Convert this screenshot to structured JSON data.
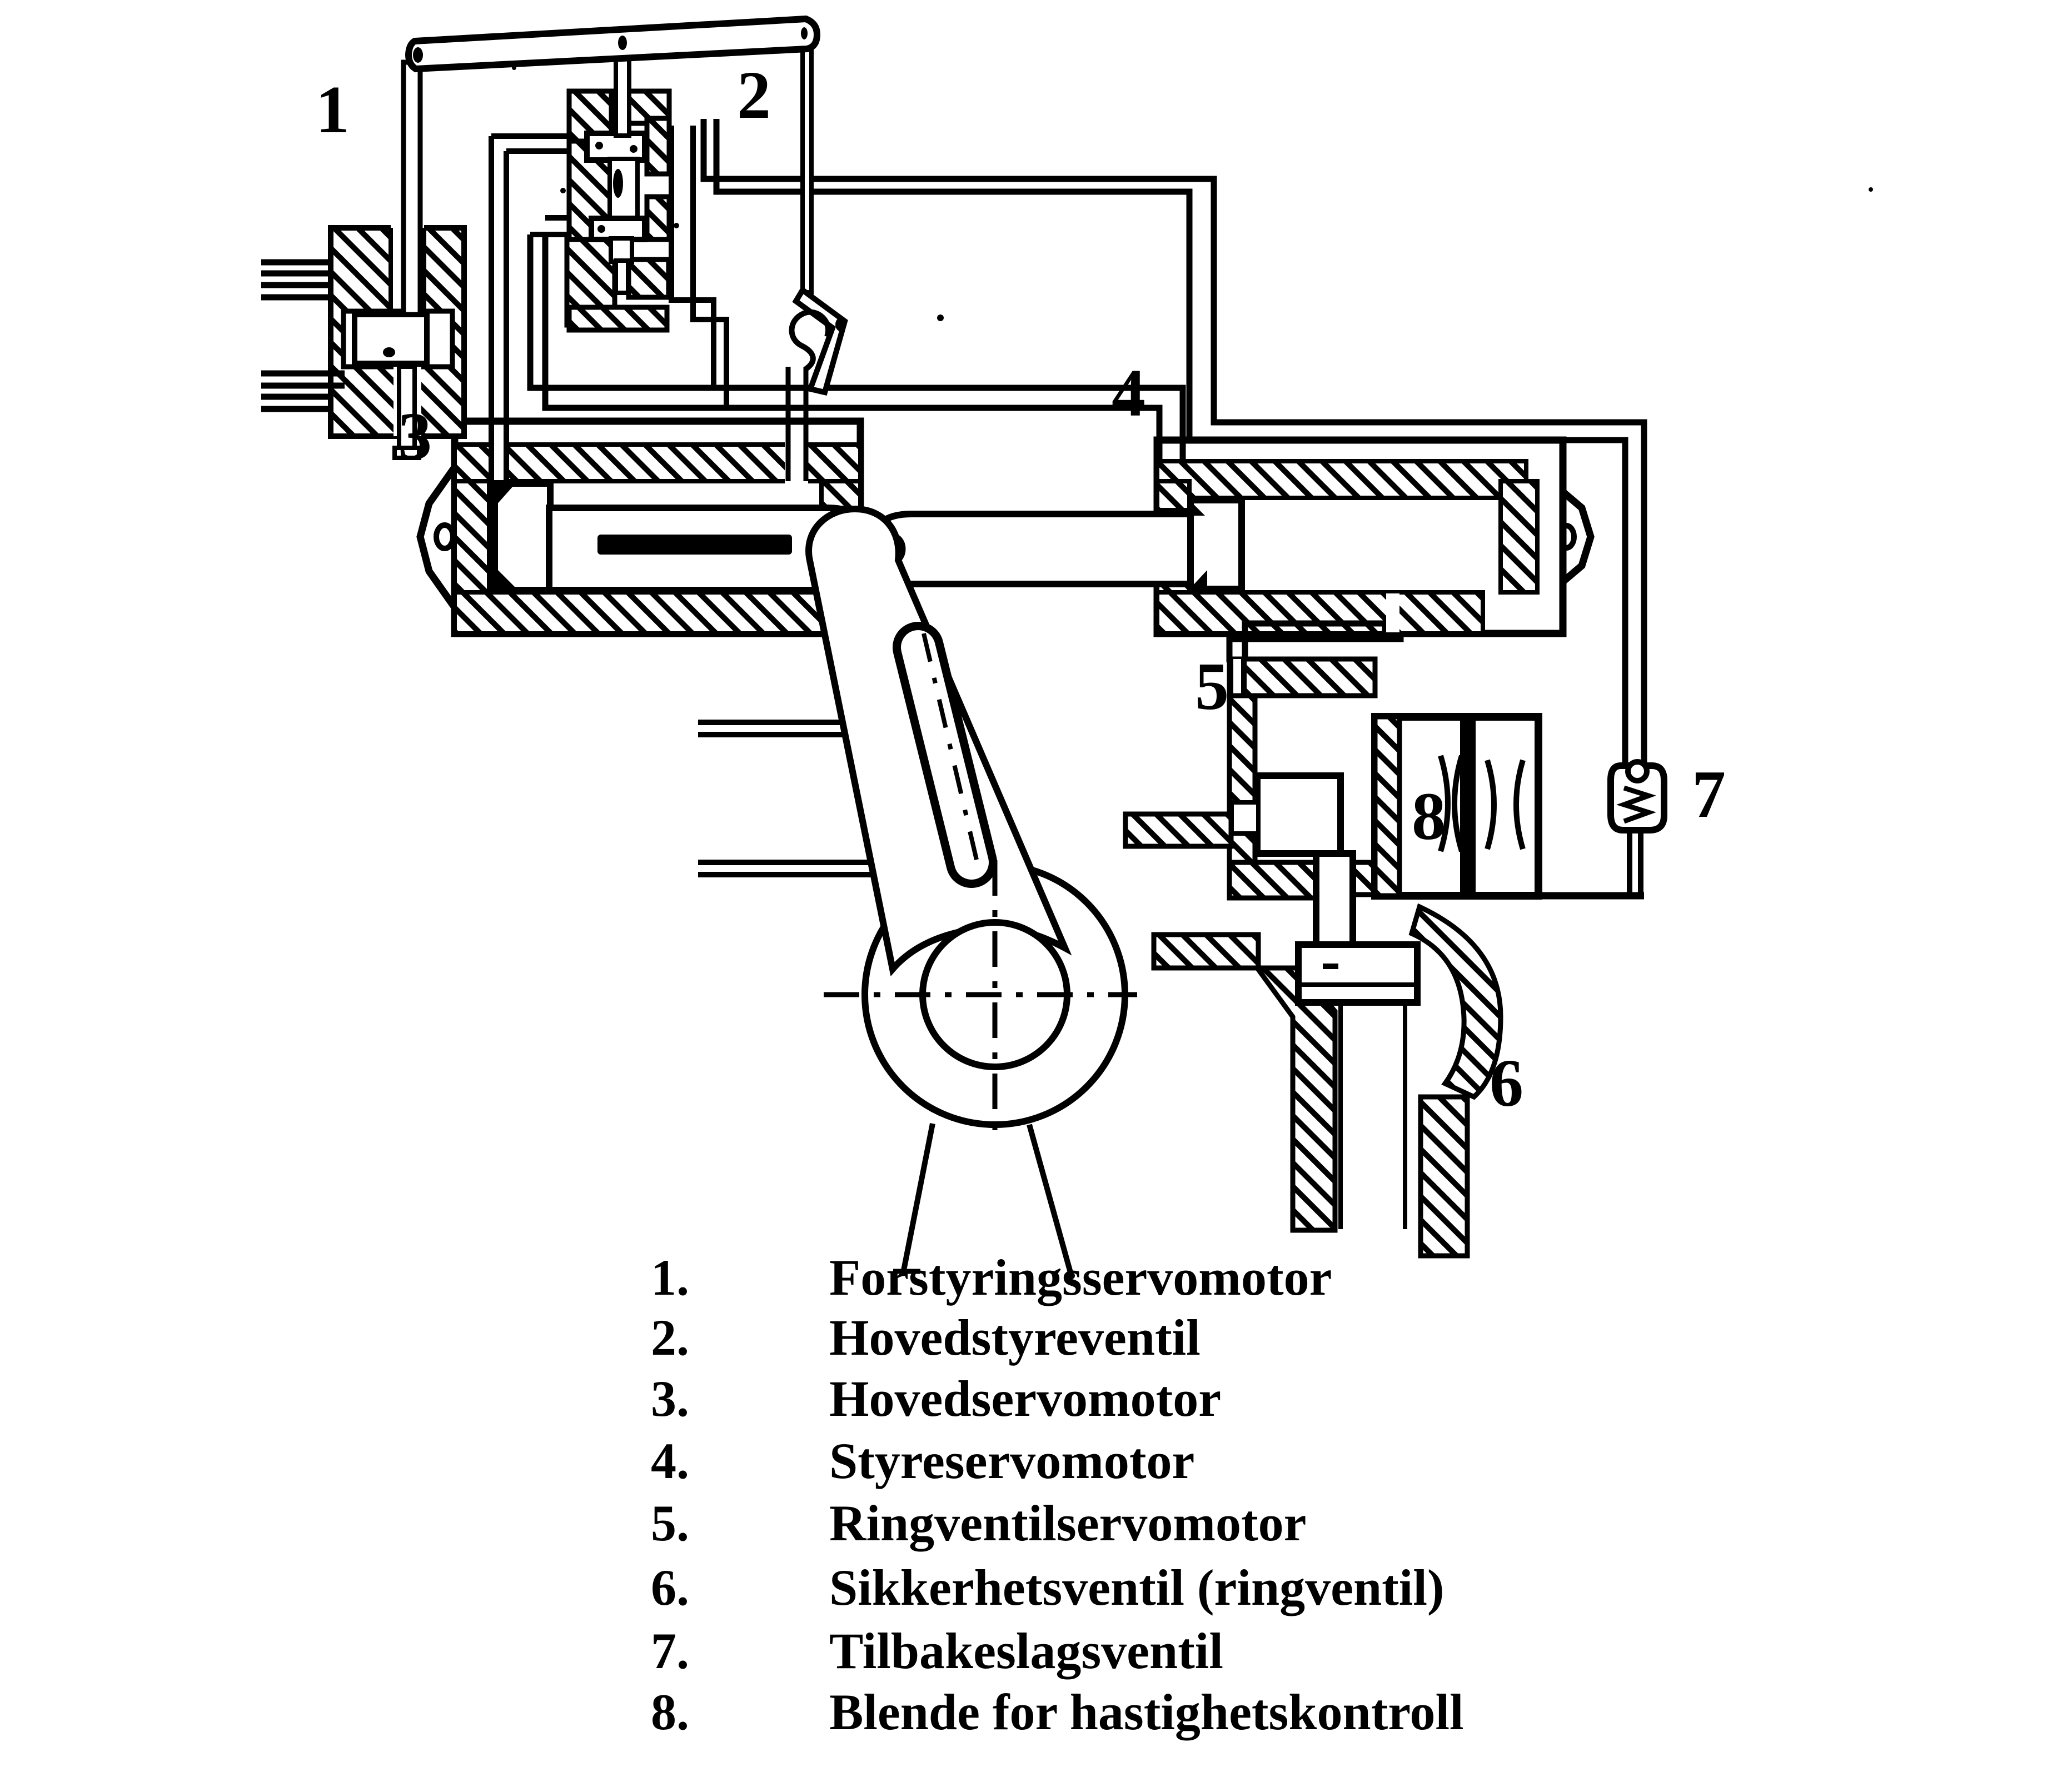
{
  "figure": {
    "type": "scanned technical sectional diagram",
    "subject": "Hydraulic turbine governor servo system",
    "ink_color": "#000000",
    "paper_color": "#ffffff"
  },
  "diagram": {
    "part_labels": [
      {
        "id": 1,
        "text": "1",
        "name": "forstyringsservomotor"
      },
      {
        "id": 2,
        "text": "2",
        "name": "hovedstyreventil"
      },
      {
        "id": 3,
        "text": "3",
        "name": "hovedservomotor"
      },
      {
        "id": 4,
        "text": "4",
        "name": "styreservomotor"
      },
      {
        "id": 5,
        "text": "5",
        "name": "ringventilservomotor"
      },
      {
        "id": 6,
        "text": "6",
        "name": "sikkerhetsventil-ringventil"
      },
      {
        "id": 7,
        "text": "7",
        "name": "tilbakeslagsventil"
      },
      {
        "id": 8,
        "text": "8",
        "name": "blende-for-hastighetskontroll"
      }
    ]
  },
  "legend": {
    "items": [
      {
        "number": "1.",
        "label": "Forstyringsservomotor"
      },
      {
        "number": "2.",
        "label": "Hovedstyreventil"
      },
      {
        "number": "3.",
        "label": "Hovedservomotor"
      },
      {
        "number": "4.",
        "label": "Styreservomotor"
      },
      {
        "number": "5.",
        "label": "Ringventilservomotor"
      },
      {
        "number": "6.",
        "label": "Sikkerhetsventil (ringventil)"
      },
      {
        "number": "7.",
        "label": "Tilbakeslagsventil"
      },
      {
        "number": "8.",
        "label": "Blende for hastighetskontroll"
      }
    ]
  }
}
